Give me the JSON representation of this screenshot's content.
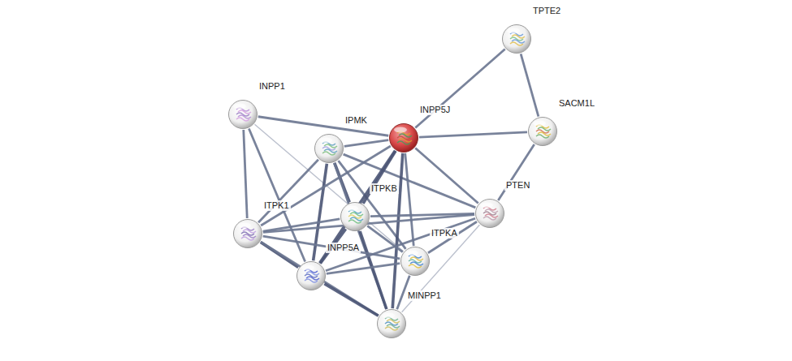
{
  "diagram": {
    "nodes": [
      {
        "text": [
          "TPTE2"
        ]
      },
      {
        "text": [
          "INPP1"
        ]
      },
      {
        "text": [
          "INPP5J"
        ]
      },
      {
        "text": [
          "SACM1L"
        ]
      },
      {
        "text": [
          "IPMK"
        ]
      },
      {
        "text": [
          "ITPKB"
        ]
      },
      {
        "text": [
          "PTEN"
        ]
      },
      {
        "text": [
          "ITPK1"
        ]
      },
      {
        "text": [
          "INPP5A"
        ]
      },
      {
        "text": [
          "ITPKA"
        ]
      },
      {
        "text": [
          "MINPP1"
        ]
      }
    ],
    "edges": [
      {
        "from": 0,
        "to": 2,
        "arrow": "none"
      },
      {
        "from": 0,
        "to": 3,
        "arrow": "none"
      },
      {
        "from": 2,
        "to": 3,
        "arrow": "none"
      },
      {
        "from": 3,
        "to": 6,
        "arrow": "none"
      },
      {
        "from": 1,
        "to": 2,
        "arrow": "none"
      },
      {
        "from": 1,
        "to": 7,
        "arrow": "none"
      },
      {
        "from": 1,
        "to": 8,
        "arrow": "none"
      },
      {
        "from": 1,
        "to": 9,
        "arrow": "none"
      },
      {
        "from": 4,
        "to": 2,
        "arrow": "none"
      },
      {
        "from": 4,
        "to": 7,
        "arrow": "none"
      },
      {
        "from": 4,
        "to": 5,
        "arrow": "none"
      },
      {
        "from": 4,
        "to": 8,
        "arrow": "none"
      },
      {
        "from": 4,
        "to": 9,
        "arrow": "none"
      },
      {
        "from": 4,
        "to": 10,
        "arrow": "none"
      },
      {
        "from": 4,
        "to": 6,
        "arrow": "none"
      },
      {
        "from": 2,
        "to": 5,
        "arrow": "none"
      },
      {
        "from": 2,
        "to": 7,
        "arrow": "none"
      },
      {
        "from": 2,
        "to": 8,
        "arrow": "none"
      },
      {
        "from": 2,
        "to": 9,
        "arrow": "none"
      },
      {
        "from": 2,
        "to": 10,
        "arrow": "none"
      },
      {
        "from": 2,
        "to": 6,
        "arrow": "none"
      },
      {
        "from": 5,
        "to": 7,
        "arrow": "none"
      },
      {
        "from": 5,
        "to": 8,
        "arrow": "none"
      },
      {
        "from": 5,
        "to": 9,
        "arrow": "none"
      },
      {
        "from": 5,
        "to": 10,
        "arrow": "none"
      },
      {
        "from": 5,
        "to": 6,
        "arrow": "none"
      },
      {
        "from": 7,
        "to": 8,
        "arrow": "none"
      },
      {
        "from": 7,
        "to": 10,
        "arrow": "none"
      },
      {
        "from": 7,
        "to": 9,
        "arrow": "none"
      },
      {
        "from": 7,
        "to": 6,
        "arrow": "none"
      },
      {
        "from": 8,
        "to": 9,
        "arrow": "none"
      },
      {
        "from": 8,
        "to": 10,
        "arrow": "none"
      },
      {
        "from": 8,
        "to": 6,
        "arrow": "none"
      },
      {
        "from": 9,
        "to": 10,
        "arrow": "none"
      },
      {
        "from": 9,
        "to": 6,
        "arrow": "none"
      },
      {
        "from": 6,
        "to": 10,
        "arrow": "none"
      }
    ]
  }
}
